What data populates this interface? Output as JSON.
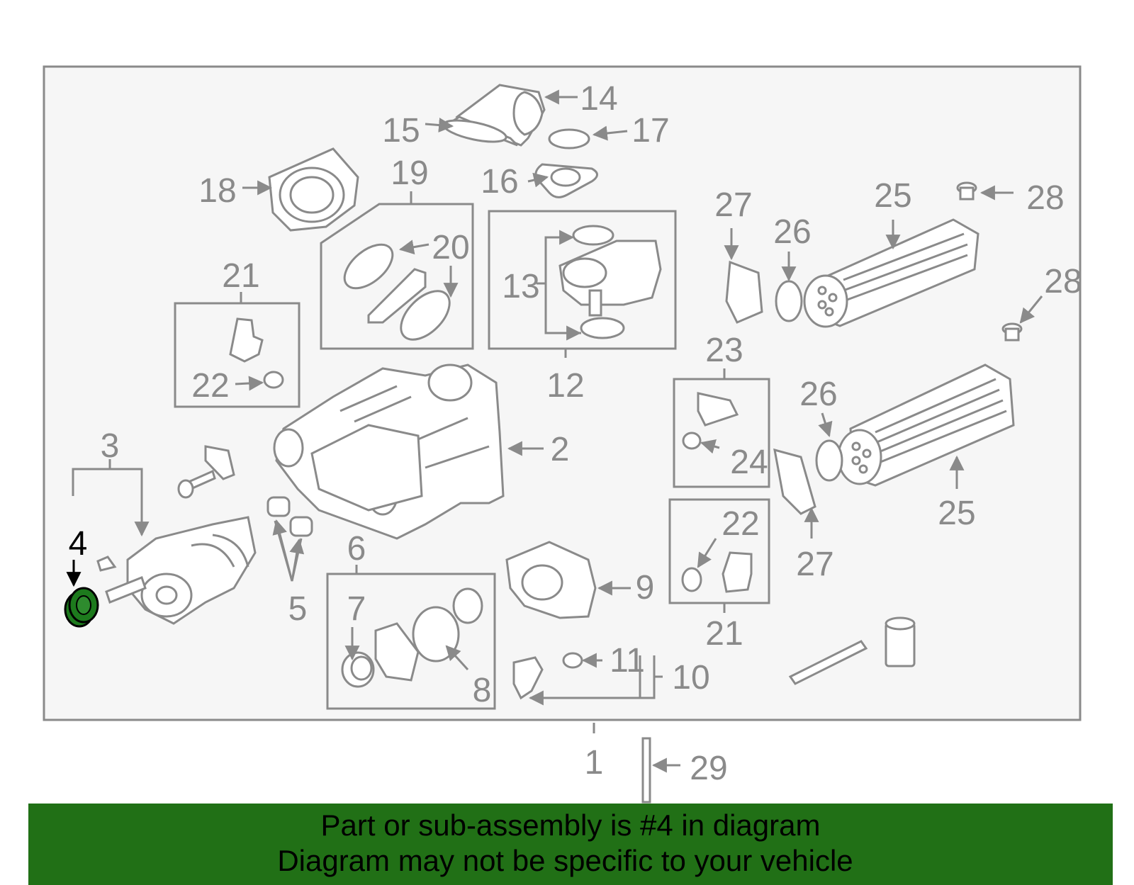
{
  "callouts": [
    "1",
    "2",
    "3",
    "4",
    "5",
    "6",
    "7",
    "8",
    "9",
    "10",
    "11",
    "12",
    "13",
    "14",
    "15",
    "16",
    "17",
    "18",
    "19",
    "20",
    "21",
    "21",
    "22",
    "22",
    "23",
    "24",
    "25",
    "25",
    "26",
    "26",
    "27",
    "27",
    "28",
    "28",
    "29"
  ],
  "highlight": {
    "label": "4",
    "color": "#217016"
  },
  "banner": {
    "line1": "Part or sub-assembly is #4 in diagram",
    "line2": "Diagram may not be specific to your vehicle",
    "background": "#217016"
  },
  "colors": {
    "line": "#8a8a8a",
    "panel": "#f6f6f6",
    "highlight_part": "#1d7a1d"
  }
}
